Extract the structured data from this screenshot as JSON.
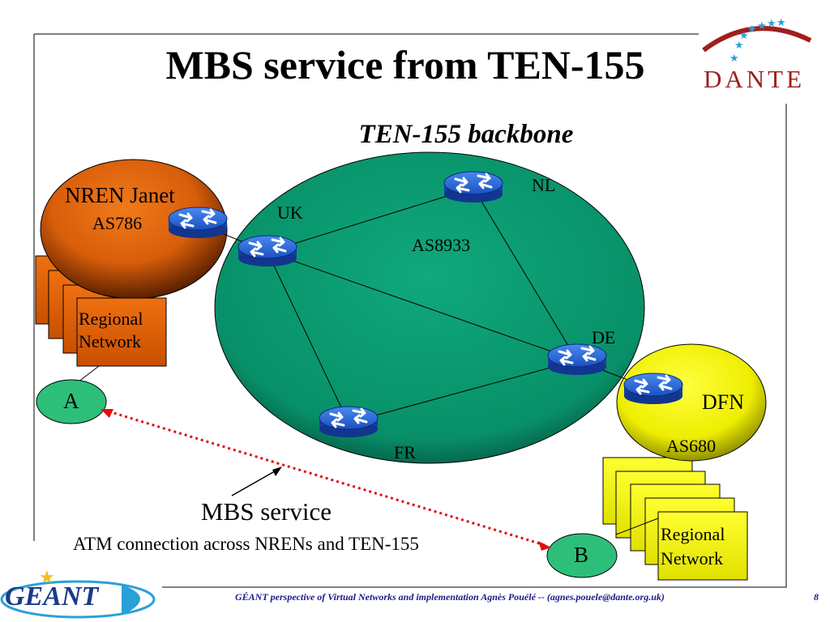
{
  "slide": {
    "title": "MBS service from TEN-155",
    "subtitle": "TEN-155 backbone",
    "footer": "GÉANT perspective of Virtual Networks and implementation  Agnès Pouélé -- (agnes.pouele@dante.org.uk)",
    "page_number": "8"
  },
  "logos": {
    "dante": "DANTE",
    "geant": "GEANT"
  },
  "backbone": {
    "as_label": "AS8933",
    "nodes": {
      "uk": "UK",
      "nl": "NL",
      "de": "DE",
      "fr": "FR"
    }
  },
  "janet": {
    "name": "NREN Janet",
    "as_label": "AS786",
    "regional": [
      "Regional",
      "Network"
    ]
  },
  "dfn": {
    "name": "DFN",
    "as_label": "AS680",
    "regional": [
      "Regional",
      "Network"
    ]
  },
  "endpoints": {
    "a": "A",
    "b": "B"
  },
  "service": {
    "title": "MBS service",
    "description": "ATM connection across NRENs and TEN-155"
  },
  "colors": {
    "backbone": "#0a9a72",
    "janet": "#e8620a",
    "dfn": "#f2f000",
    "endpoint": "#2dbf7a",
    "router": "#2a6ad8",
    "dotted": "#e01010",
    "dante": "#a01e1e"
  }
}
